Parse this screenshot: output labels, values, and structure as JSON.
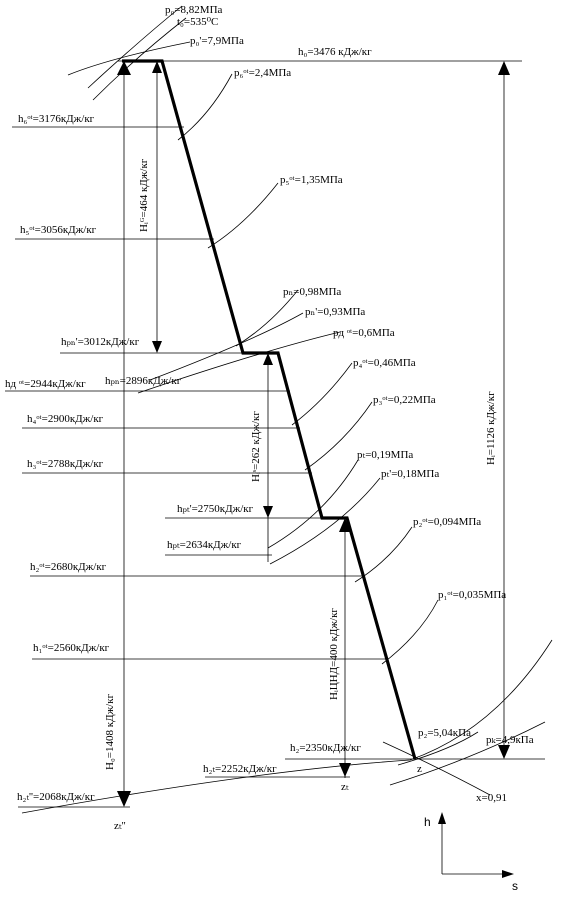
{
  "labels": {
    "p0": "p₀=8,82МПа",
    "t0": "t₀=535⁰C",
    "p0p": "p₀'=7,9МПа",
    "h0": "h₀=3476 кДж/кг",
    "p6": "p₆ᵒᵗ=2,4МПа",
    "h6": "h₆ᵒᵗ=3176кДж/кг",
    "Hi_hp": "Hᵢᴳ=464 кДж/кг",
    "p5": "p₅ᵒᵗ=1,35МПа",
    "h5": "h₅ᵒᵗ=3056кДж/кг",
    "pp": "pₙ=0,98МПа",
    "ppp": "pₙ'=0,93МПа",
    "hpp": "hₚₙ'=3012кДж/кг",
    "pd": "pд ᵒᵗ=0,6МПа",
    "hd": "hд ᵒᵗ=2944кДж/кг",
    "hpn": "hₚₙ=2896кДж/кг",
    "p4": "p₄ᵒᵗ=0,46МПа",
    "h4": "h₄ᵒᵗ=2900кДж/кг",
    "p3": "p₃ᵒᵗ=0,22МПа",
    "h3": "h₃ᵒᵗ=2788кДж/кг",
    "Hi_ip": "Hᵢˢ=262 кДж/кг",
    "pt": "pₜ=0,19МПа",
    "ptp": "pₜ'=0,18МПа",
    "hrtp": "hₚₜ'=2750кДж/кг",
    "hrt": "hₚₜ=2634кДж/кг",
    "p2": "p₂ᵒᵗ=0,094МПа",
    "h2": "h₂ᵒᵗ=2680кДж/кг",
    "Hi_total": "Hᵢ=1126 кДж/кг",
    "p1": "p₁ᵒᵗ=0,035МПа",
    "h1": "h₁ᵒᵗ=2560кДж/кг",
    "Hi_lp": "HᵢЦНД=400 кДж/кг",
    "H0": "H₀=1408 кДж/кг",
    "pz": "p₂=5,04кПа",
    "pk": "pₖ=4,9кПа",
    "hz": "h₂=2350кДж/кг",
    "hzt": "h₂ₜ=2252кДж/кг",
    "z": "z",
    "zt": "zₜ",
    "x": "x=0,91",
    "hztpp": "h₂ₜ''=2068кДж/кг",
    "ztpp": "zₜ''",
    "axis_h": "h",
    "axis_s": "s"
  }
}
